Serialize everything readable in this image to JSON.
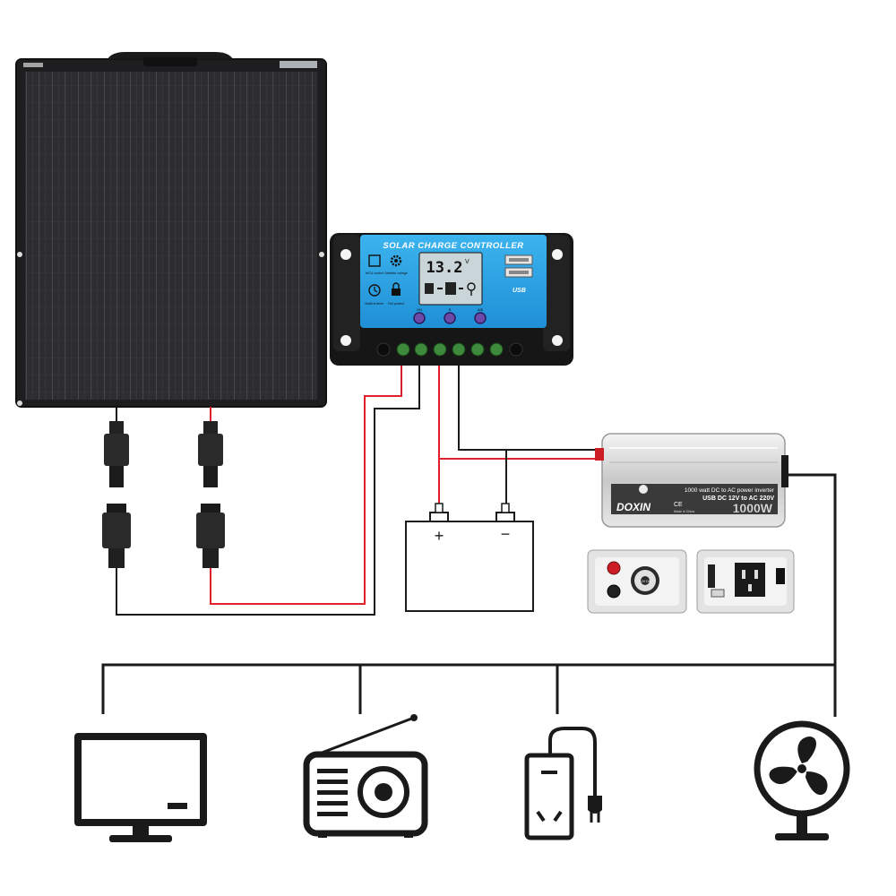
{
  "controller": {
    "title": "SOLAR CHARGE CONTROLLER",
    "lcd_value": "13.2",
    "lcd_unit": "V",
    "features": [
      {
        "icon": "chip-icon",
        "label": "MCU control"
      },
      {
        "icon": "gear-icon",
        "label": "Settable voltage"
      },
      {
        "icon": "clock-icon",
        "label": "Build-in timer"
      },
      {
        "icon": "lock-icon",
        "label": "Full protect"
      }
    ],
    "usb_label": "USB",
    "buttons": [
      "ON",
      "B",
      "A/B"
    ]
  },
  "battery": {
    "plus": "+",
    "minus": "−"
  },
  "inverter": {
    "brand": "DOXIN",
    "line1": "1000 watt DC to AC power inverter",
    "line2": "USB DC 12V to AC 220V",
    "ce": "CE",
    "made": "Made in China",
    "watts": "1000W",
    "dc_label": "12V DC"
  },
  "loads": [
    {
      "icon": "monitor-icon"
    },
    {
      "icon": "radio-icon"
    },
    {
      "icon": "power-socket-icon"
    },
    {
      "icon": "fan-icon"
    }
  ],
  "colors": {
    "positive_wire": "#e0202a",
    "negative_wire": "#1a1a1a",
    "controller_screen": "#2fa8e6",
    "panel": "#2b2b2b"
  }
}
